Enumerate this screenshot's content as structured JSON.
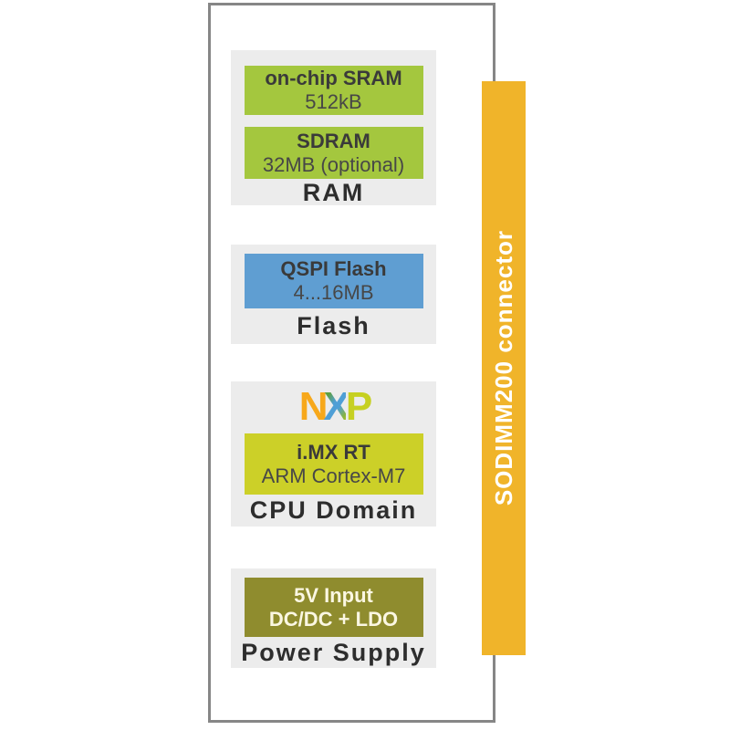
{
  "connector": {
    "label": "SODIMM200 connector",
    "color": "#f0b42a",
    "text_color": "#ffffff"
  },
  "logo": {
    "name": "NXP",
    "letter_n": "N",
    "letter_x": "X",
    "letter_p": "P",
    "n_color": "#f7a81b",
    "x_colors": [
      "#5ea03e",
      "#4f9fd6"
    ],
    "p_color": "#c6d021"
  },
  "module": {
    "outline_color": "#868686",
    "panel_color": "#ececec"
  },
  "sections": {
    "ram": {
      "label": "RAM",
      "blocks": [
        {
          "line1": "on-chip SRAM",
          "line2": "512kB",
          "color": "#a4c73e"
        },
        {
          "line1": "SDRAM",
          "line2": "32MB (optional)",
          "color": "#a4c73e"
        }
      ]
    },
    "flash": {
      "label": "Flash",
      "blocks": [
        {
          "line1": "QSPI Flash",
          "line2": "4...16MB",
          "color": "#5f9ed2"
        }
      ]
    },
    "cpu": {
      "label": "CPU Domain",
      "blocks": [
        {
          "line1": "i.MX RT",
          "line2": "ARM Cortex-M7",
          "color": "#ccd028"
        }
      ]
    },
    "power": {
      "label": "Power Supply",
      "blocks": [
        {
          "line1": "5V Input",
          "line2": "DC/DC + LDO",
          "color": "#8f8c2e",
          "text_color": "#fbf7e2"
        }
      ]
    }
  }
}
